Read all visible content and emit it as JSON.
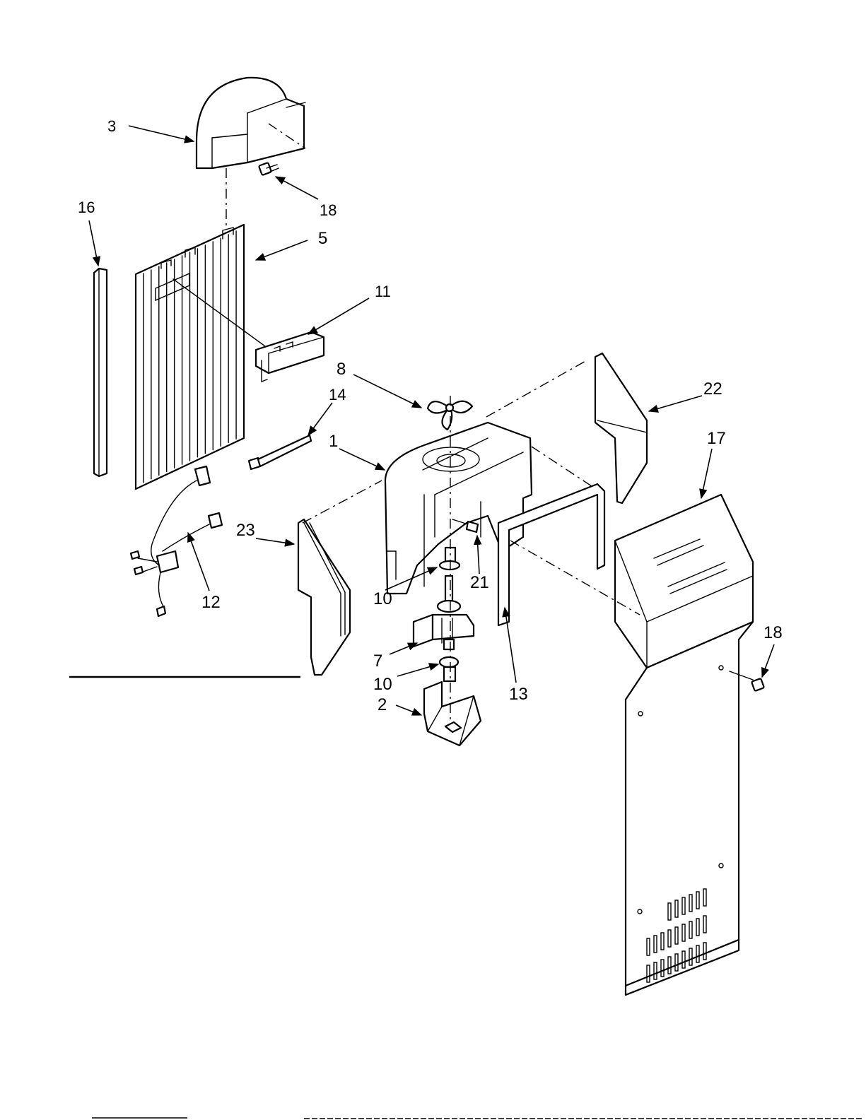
{
  "callouts": [
    {
      "id": "3",
      "text": "3"
    },
    {
      "id": "18a",
      "text": "18"
    },
    {
      "id": "16",
      "text": "16"
    },
    {
      "id": "5",
      "text": "5"
    },
    {
      "id": "11",
      "text": "11"
    },
    {
      "id": "8",
      "text": "8"
    },
    {
      "id": "14",
      "text": "14"
    },
    {
      "id": "1",
      "text": "1"
    },
    {
      "id": "22",
      "text": "22"
    },
    {
      "id": "17",
      "text": "17"
    },
    {
      "id": "23",
      "text": "23"
    },
    {
      "id": "21",
      "text": "21"
    },
    {
      "id": "12",
      "text": "12"
    },
    {
      "id": "10a",
      "text": "10"
    },
    {
      "id": "18b",
      "text": "18"
    },
    {
      "id": "7",
      "text": "7"
    },
    {
      "id": "10b",
      "text": "10"
    },
    {
      "id": "13",
      "text": "13"
    },
    {
      "id": "2",
      "text": "2"
    }
  ],
  "colors": {
    "ink": "#000000",
    "paper": "#ffffff"
  }
}
